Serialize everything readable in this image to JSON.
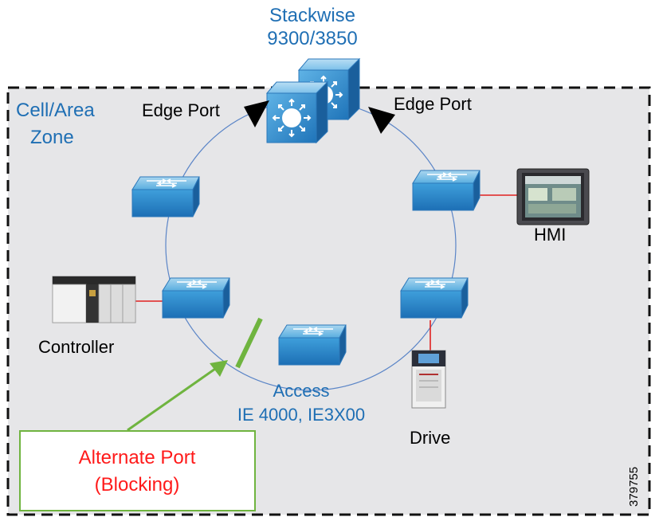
{
  "zone": {
    "title_line1": "Cell/Area",
    "title_line2": "Zone"
  },
  "core": {
    "label_line1": "Stackwise",
    "label_line2": "9300/3850"
  },
  "edge_ports": {
    "left": "Edge Port",
    "right": "Edge Port"
  },
  "devices": {
    "hmi": "HMI",
    "controller": "Controller",
    "drive": "Drive"
  },
  "access": {
    "label_line1": "Access",
    "label_line2": "IE 4000, IE3X00"
  },
  "alternate_port": {
    "label_line1": "Alternate Port",
    "label_line2": "(Blocking)"
  },
  "figure_id": "379755",
  "colors": {
    "zone_fill": "#e6e6e8",
    "blue_text": "#1f6fb4",
    "red_text": "#ff1a1a",
    "ring": "#5b85c7",
    "red_link": "#e02020",
    "green": "#6fb43f"
  }
}
